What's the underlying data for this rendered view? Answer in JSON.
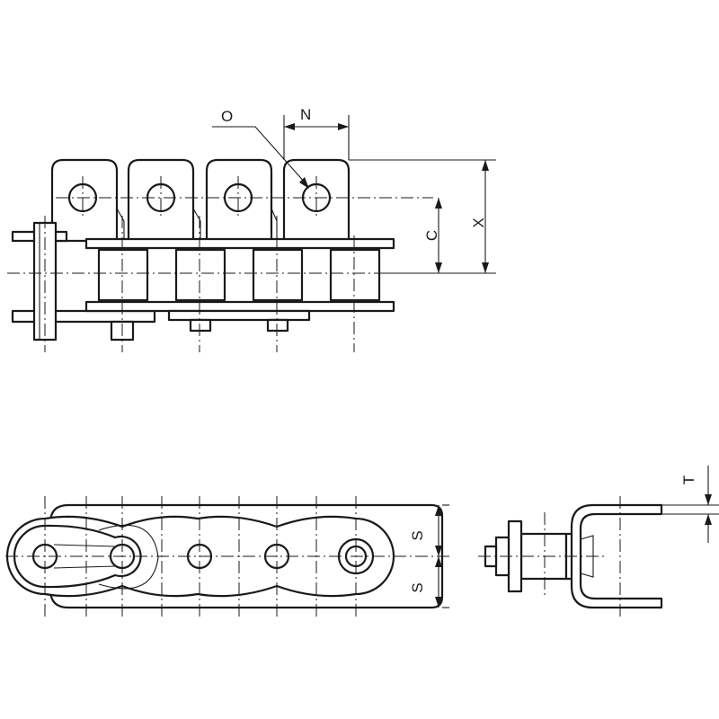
{
  "labels": {
    "O": "O",
    "N": "N",
    "C": "C",
    "X": "X",
    "S_top": "S",
    "S_bottom": "S",
    "T": "T"
  }
}
